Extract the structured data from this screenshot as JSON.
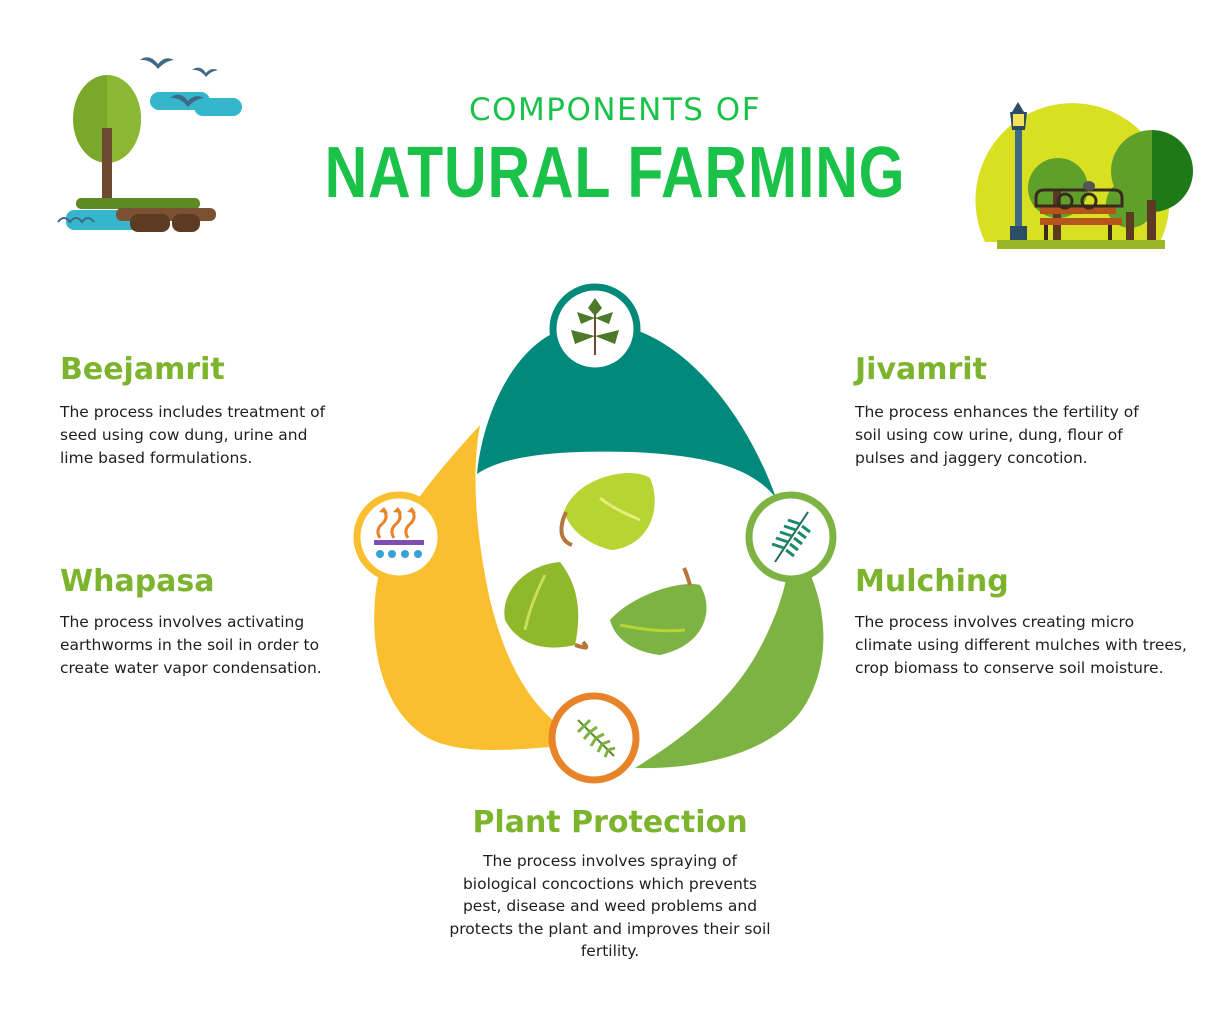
{
  "header": {
    "subtitle": "COMPONENTS OF",
    "title": "NATURAL FARMING"
  },
  "components": [
    {
      "name": "Beejamrit",
      "description": "The process includes treatment of seed using cow dung, urine and lime based formulations.",
      "icon": "plant-sprout-icon"
    },
    {
      "name": "Jivamrit",
      "description": "The process enhances the fertility of soil using  cow urine, dung, flour of pulses and  jaggery concotion.",
      "icon": "leaf-branch-icon"
    },
    {
      "name": "Whapasa",
      "description": "The process involves activating earthworms in the soil in order to create water vapor condensation.",
      "icon": "vapor-droplets-icon"
    },
    {
      "name": "Mulching",
      "description": "The process involves creating micro climate using different mulches with trees, crop biomass to conserve soil moisture.",
      "icon": "leaf-branch-icon"
    },
    {
      "name": "Plant Protection",
      "description": "The process involves spraying of biological concoctions which prevents pest, disease and weed problems and protects the plant and improves their soil fertility.",
      "icon": "fern-icon"
    }
  ],
  "colors": {
    "title_green": "#1bc24a",
    "heading_green": "#7cb42d",
    "teal": "#01897b",
    "yellow": "#f9bf2e",
    "light_green": "#7cb342",
    "orange": "#e8832a"
  }
}
